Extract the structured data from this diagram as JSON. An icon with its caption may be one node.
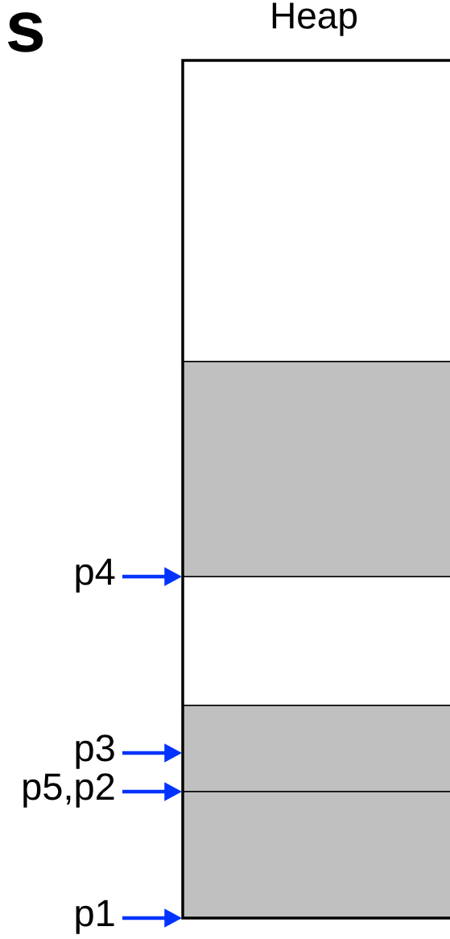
{
  "diagram": {
    "title": "s",
    "nodes": [
      {
        "text": [
          "Heap"
        ]
      },
      {
        "text": [],
        "shape": "box",
        "in": 0
      },
      {
        "text": [],
        "shape": "box",
        "in": 0
      },
      {
        "text": [],
        "shape": "box",
        "in": 0
      },
      {
        "text": [],
        "shape": "box",
        "in": 0
      },
      {
        "text": [],
        "shape": "box",
        "in": 0
      },
      {
        "text": [
          "p4"
        ]
      },
      {
        "text": [
          "p3"
        ]
      },
      {
        "text": [
          "p5,p2"
        ]
      },
      {
        "text": [
          "p1"
        ]
      }
    ],
    "edges": [
      {
        "from": 6,
        "to": 2,
        "arrow": "to"
      },
      {
        "from": 7,
        "to": 4,
        "arrow": "to"
      },
      {
        "from": 8,
        "to": 4,
        "arrow": "to"
      },
      {
        "from": 9,
        "to": 5,
        "arrow": "to"
      }
    ]
  }
}
